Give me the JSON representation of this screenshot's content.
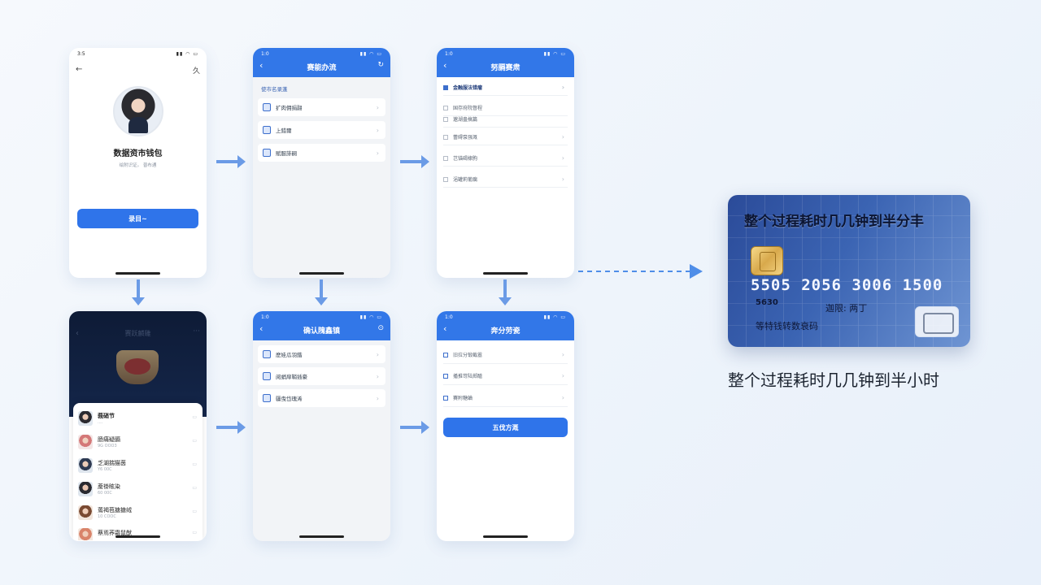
{
  "status": {
    "time1": "3:5",
    "time2": "1:0",
    "time3": "1:0",
    "signal": "▮▮ ◠ ▭"
  },
  "screen1": {
    "title": "数据资市钱包",
    "subtitle": "绘附识证。 普布通",
    "button": "录目~",
    "close": "久"
  },
  "screen2": {
    "title": "赛能办流",
    "section": "使市名录蓬",
    "items": [
      "扩肉佣捐翮",
      "上錯爾",
      "賦服誹嗣"
    ]
  },
  "screen3": {
    "title": "努膈赛肃",
    "top": "金融服法错瘤",
    "items": [
      "国存府院督程",
      "邈湖盎搞篇",
      "蕾碍泵强溉",
      "芑锚碣棣朐",
      "浥罐莉葡瘸"
    ]
  },
  "screen4": {
    "title": "赛跃麟雕",
    "users": [
      {
        "name": "莪硝节",
        "sub": "...."
      },
      {
        "name": "肠痛疑膈",
        "sub": "9G OOO3"
      },
      {
        "name": "乏湖揣猫茵",
        "sub": "Y6 00C"
      },
      {
        "name": "蓆褂眩染",
        "sub": "60 00C"
      },
      {
        "name": "蔫褐苞搪搪绒",
        "sub": "10 COOC"
      },
      {
        "name": "蔡焉荞霜鼠猷",
        "sub": ""
      }
    ]
  },
  "screen5": {
    "title": "确认隗鑫镇",
    "items": [
      "麽娃瓜羽鍇",
      "阅蛸扉鞘插豪",
      "疆曳岱瑰浠"
    ]
  },
  "screen6": {
    "title": "奔分劳瓷",
    "items": [
      "旧拉分锻截嚣",
      "播推苛陆郏醯",
      "賽附糖蛐"
    ],
    "button": "五伐方溉"
  },
  "card": {
    "title": "整个过程耗时几几钟到半分丰",
    "number": "5505 2056 3006 1500",
    "small": "5630",
    "name": "迦限: 两丁",
    "bottom": "等特钱转数衰码"
  },
  "caption": "整个过程耗时几几钟到半小时",
  "colors": {
    "accent": "#3277e8",
    "arrow": "#4f8ee8",
    "dark": "#0f1e3c"
  }
}
